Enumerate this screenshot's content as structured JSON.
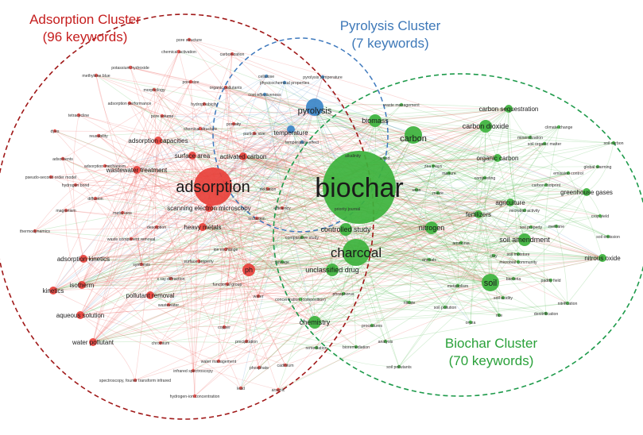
{
  "colors": {
    "adsorption": "#e8403a",
    "pyrolysis": "#3b86c8",
    "biochar": "#3cb23c",
    "adsorption_title": "#c51d1d",
    "pyrolysis_title": "#3d78b8",
    "biochar_title": "#2aa13a",
    "adsorption_ring": "#a01818",
    "pyrolysis_ring": "#3e79bd",
    "biochar_ring": "#1d9a4a"
  },
  "clusters": {
    "adsorption": {
      "title": "Adsorption Cluster",
      "count": "(96 keywords)"
    },
    "pyrolysis": {
      "title": "Pyrolysis Cluster",
      "count": "(7 keywords)"
    },
    "biochar": {
      "title": "Biochar Cluster",
      "count": "(70 keywords)"
    }
  },
  "nodes": [
    {
      "label": "biochar",
      "cluster": "biochar",
      "weight": 10
    },
    {
      "label": "charcoal",
      "cluster": "biochar",
      "weight": 6
    },
    {
      "label": "carbon",
      "cluster": "biochar",
      "weight": 4
    },
    {
      "label": "biomass",
      "cluster": "biochar",
      "weight": 3
    },
    {
      "label": "controlled study",
      "cluster": "biochar",
      "weight": 3
    },
    {
      "label": "unclassified drug",
      "cluster": "biochar",
      "weight": 3
    },
    {
      "label": "chemistry",
      "cluster": "biochar",
      "weight": 3
    },
    {
      "label": "carbon sequestration",
      "cluster": "biochar",
      "weight": 2
    },
    {
      "label": "carbon dioxide",
      "cluster": "biochar",
      "weight": 3
    },
    {
      "label": "organic carbon",
      "cluster": "biochar",
      "weight": 2
    },
    {
      "label": "nitrogen",
      "cluster": "biochar",
      "weight": 3
    },
    {
      "label": "soil amendment",
      "cluster": "biochar",
      "weight": 3
    },
    {
      "label": "soil",
      "cluster": "biochar",
      "weight": 4
    },
    {
      "label": "agriculture",
      "cluster": "biochar",
      "weight": 2
    },
    {
      "label": "fertilizers",
      "cluster": "biochar",
      "weight": 2
    },
    {
      "label": "greenhouse gases",
      "cluster": "biochar",
      "weight": 2
    },
    {
      "label": "nitrous oxide",
      "cluster": "biochar",
      "weight": 2
    },
    {
      "label": "methane",
      "cluster": "biochar",
      "weight": 1
    },
    {
      "label": "ammonia",
      "cluster": "biochar",
      "weight": 1
    },
    {
      "label": "phosphorus",
      "cluster": "biochar",
      "weight": 1
    },
    {
      "label": "procedures",
      "cluster": "biochar",
      "weight": 1
    },
    {
      "label": "analysis",
      "cluster": "biochar",
      "weight": 1
    },
    {
      "label": "soil pollutants",
      "cluster": "biochar",
      "weight": 1
    },
    {
      "label": "bioremediation",
      "cluster": "biochar",
      "weight": 1
    },
    {
      "label": "soil pollution",
      "cluster": "biochar",
      "weight": 1
    },
    {
      "label": "metabolism",
      "cluster": "biochar",
      "weight": 1
    },
    {
      "label": "nitrate",
      "cluster": "biochar",
      "weight": 1
    },
    {
      "label": "maize",
      "cluster": "biochar",
      "weight": 1
    },
    {
      "label": "zea mays",
      "cluster": "biochar",
      "weight": 1
    },
    {
      "label": "manure",
      "cluster": "biochar",
      "weight": 1
    },
    {
      "label": "composting",
      "cluster": "biochar",
      "weight": 1
    },
    {
      "label": "animals",
      "cluster": "biochar",
      "weight": 1
    },
    {
      "label": "soil moisture",
      "cluster": "biochar",
      "weight": 1
    },
    {
      "label": "soil property",
      "cluster": "biochar",
      "weight": 1
    },
    {
      "label": "microbial community",
      "cluster": "biochar",
      "weight": 1
    },
    {
      "label": "microbial activity",
      "cluster": "biochar",
      "weight": 1
    },
    {
      "label": "carbon footprint",
      "cluster": "biochar",
      "weight": 1
    },
    {
      "label": "emission control",
      "cluster": "biochar",
      "weight": 1
    },
    {
      "label": "global warming",
      "cluster": "biochar",
      "weight": 1
    },
    {
      "label": "soil organic matter",
      "cluster": "biochar",
      "weight": 1
    },
    {
      "label": "soil carbon",
      "cluster": "biochar",
      "weight": 1
    },
    {
      "label": "climate change",
      "cluster": "biochar",
      "weight": 1
    },
    {
      "label": "mineralization",
      "cluster": "biochar",
      "weight": 1
    },
    {
      "label": "crop yield",
      "cluster": "biochar",
      "weight": 1
    },
    {
      "label": "soil emission",
      "cluster": "biochar",
      "weight": 1
    },
    {
      "label": "bacteria",
      "cluster": "biochar",
      "weight": 1
    },
    {
      "label": "paddy field",
      "cluster": "biochar",
      "weight": 1
    },
    {
      "label": "soil acidity",
      "cluster": "biochar",
      "weight": 1
    },
    {
      "label": "nitrification",
      "cluster": "biochar",
      "weight": 1
    },
    {
      "label": "denitrification",
      "cluster": "biochar",
      "weight": 1
    },
    {
      "label": "rice",
      "cluster": "biochar",
      "weight": 1
    },
    {
      "label": "oryza",
      "cluster": "biochar",
      "weight": 1
    },
    {
      "label": "clay",
      "cluster": "biochar",
      "weight": 1
    },
    {
      "label": "waste management",
      "cluster": "biochar",
      "weight": 1
    },
    {
      "label": "priority journal",
      "cluster": "biochar",
      "weight": 1
    },
    {
      "label": "alkalinity",
      "cluster": "biochar",
      "weight": 1
    },
    {
      "label": "wood",
      "cluster": "biochar",
      "weight": 1
    },
    {
      "label": "urea",
      "cluster": "biochar",
      "weight": 1
    },
    {
      "label": "comparative study",
      "cluster": "biochar",
      "weight": 1
    },
    {
      "label": "concentration (composition)",
      "cluster": "biochar",
      "weight": 1
    },
    {
      "label": "remediation",
      "cluster": "biochar",
      "weight": 1
    },
    {
      "label": "sewage",
      "cluster": "biochar",
      "weight": 1
    },
    {
      "label": "pyrolysis",
      "cluster": "pyrolysis",
      "weight": 4
    },
    {
      "label": "temperature",
      "cluster": "pyrolysis",
      "weight": 2
    },
    {
      "label": "pyrolysis temperature",
      "cluster": "pyrolysis",
      "weight": 1
    },
    {
      "label": "physicochemical properties",
      "cluster": "pyrolysis",
      "weight": 1
    },
    {
      "label": "cost effectiveness",
      "cluster": "pyrolysis",
      "weight": 1
    },
    {
      "label": "cellulose",
      "cluster": "pyrolysis",
      "weight": 1
    },
    {
      "label": "temperature effect",
      "cluster": "pyrolysis",
      "weight": 1
    },
    {
      "label": "adsorption",
      "cluster": "adsorption",
      "weight": 7
    },
    {
      "label": "scanning electron microscopy",
      "cluster": "adsorption",
      "weight": 2
    },
    {
      "label": "adsorption capacities",
      "cluster": "adsorption",
      "weight": 2
    },
    {
      "label": "activated carbon",
      "cluster": "adsorption",
      "weight": 2
    },
    {
      "label": "surface area",
      "cluster": "adsorption",
      "weight": 2
    },
    {
      "label": "wastewater treatment",
      "cluster": "adsorption",
      "weight": 2
    },
    {
      "label": "adsorption mechanism",
      "cluster": "adsorption",
      "weight": 1
    },
    {
      "label": "heavy metals",
      "cluster": "adsorption",
      "weight": 2
    },
    {
      "label": "desorption",
      "cluster": "adsorption",
      "weight": 1
    },
    {
      "label": "adsorption kinetics",
      "cluster": "adsorption",
      "weight": 2
    },
    {
      "label": "isotherm",
      "cluster": "adsorption",
      "weight": 2
    },
    {
      "label": "kinetics",
      "cluster": "adsorption",
      "weight": 2
    },
    {
      "label": "aqueous solution",
      "cluster": "adsorption",
      "weight": 2
    },
    {
      "label": "water pollutant",
      "cluster": "adsorption",
      "weight": 2
    },
    {
      "label": "pollutant removal",
      "cluster": "adsorption",
      "weight": 2
    },
    {
      "label": "ph",
      "cluster": "adsorption",
      "weight": 3
    },
    {
      "label": "ion exchange",
      "cluster": "adsorption",
      "weight": 1
    },
    {
      "label": "surface property",
      "cluster": "adsorption",
      "weight": 1
    },
    {
      "label": "x ray diffraction",
      "cluster": "adsorption",
      "weight": 1
    },
    {
      "label": "thermodynamics",
      "cluster": "adsorption",
      "weight": 1
    },
    {
      "label": "hydrogen bond",
      "cluster": "adsorption",
      "weight": 1
    },
    {
      "label": "diffusion",
      "cluster": "adsorption",
      "weight": 1
    },
    {
      "label": "magnetism",
      "cluster": "adsorption",
      "weight": 1
    },
    {
      "label": "metal ions",
      "cluster": "adsorption",
      "weight": 1
    },
    {
      "label": "waste component removal",
      "cluster": "adsorption",
      "weight": 1
    },
    {
      "label": "synthesis",
      "cluster": "adsorption",
      "weight": 1
    },
    {
      "label": "functional group",
      "cluster": "adsorption",
      "weight": 1
    },
    {
      "label": "wastewater",
      "cluster": "adsorption",
      "weight": 1
    },
    {
      "label": "copper",
      "cluster": "adsorption",
      "weight": 1
    },
    {
      "label": "chromium",
      "cluster": "adsorption",
      "weight": 1
    },
    {
      "label": "precipitation",
      "cluster": "adsorption",
      "weight": 1
    },
    {
      "label": "water management",
      "cluster": "adsorption",
      "weight": 1
    },
    {
      "label": "infrared spectroscopy",
      "cluster": "adsorption",
      "weight": 1
    },
    {
      "label": "phosphate",
      "cluster": "adsorption",
      "weight": 1
    },
    {
      "label": "cadmium",
      "cluster": "adsorption",
      "weight": 1
    },
    {
      "label": "spectroscopy, fourier transform infrared",
      "cluster": "adsorption",
      "weight": 1
    },
    {
      "label": "lead",
      "cluster": "adsorption",
      "weight": 1
    },
    {
      "label": "arsenic",
      "cluster": "adsorption",
      "weight": 1
    },
    {
      "label": "hydrogen-ion concentration",
      "cluster": "adsorption",
      "weight": 1
    },
    {
      "label": "pore structure",
      "cluster": "adsorption",
      "weight": 1
    },
    {
      "label": "chemical activation",
      "cluster": "adsorption",
      "weight": 1
    },
    {
      "label": "carbonization",
      "cluster": "adsorption",
      "weight": 1
    },
    {
      "label": "potassium hydroxide",
      "cluster": "adsorption",
      "weight": 1
    },
    {
      "label": "methylene blue",
      "cluster": "adsorption",
      "weight": 1
    },
    {
      "label": "morphology",
      "cluster": "adsorption",
      "weight": 1
    },
    {
      "label": "porosity",
      "cluster": "adsorption",
      "weight": 1
    },
    {
      "label": "pore size",
      "cluster": "adsorption",
      "weight": 1
    },
    {
      "label": "organic pollutants",
      "cluster": "adsorption",
      "weight": 1
    },
    {
      "label": "adsorption performance",
      "cluster": "adsorption",
      "weight": 1
    },
    {
      "label": "hydrophobicity",
      "cluster": "adsorption",
      "weight": 1
    },
    {
      "label": "tetracycline",
      "cluster": "adsorption",
      "weight": 1
    },
    {
      "label": "pore volume",
      "cluster": "adsorption",
      "weight": 1
    },
    {
      "label": "dyes",
      "cluster": "adsorption",
      "weight": 1
    },
    {
      "label": "reusability",
      "cluster": "adsorption",
      "weight": 1
    },
    {
      "label": "chemical structure",
      "cluster": "adsorption",
      "weight": 1
    },
    {
      "label": "particle size",
      "cluster": "adsorption",
      "weight": 1
    },
    {
      "label": "adsorbents",
      "cluster": "adsorption",
      "weight": 1
    },
    {
      "label": "pseudo-second order model",
      "cluster": "adsorption",
      "weight": 1
    },
    {
      "label": "oxidation",
      "cluster": "adsorption",
      "weight": 1
    },
    {
      "label": "reduction",
      "cluster": "adsorption",
      "weight": 1
    },
    {
      "label": "efficiency",
      "cluster": "adsorption",
      "weight": 1
    },
    {
      "label": "water",
      "cluster": "adsorption",
      "weight": 1
    }
  ]
}
